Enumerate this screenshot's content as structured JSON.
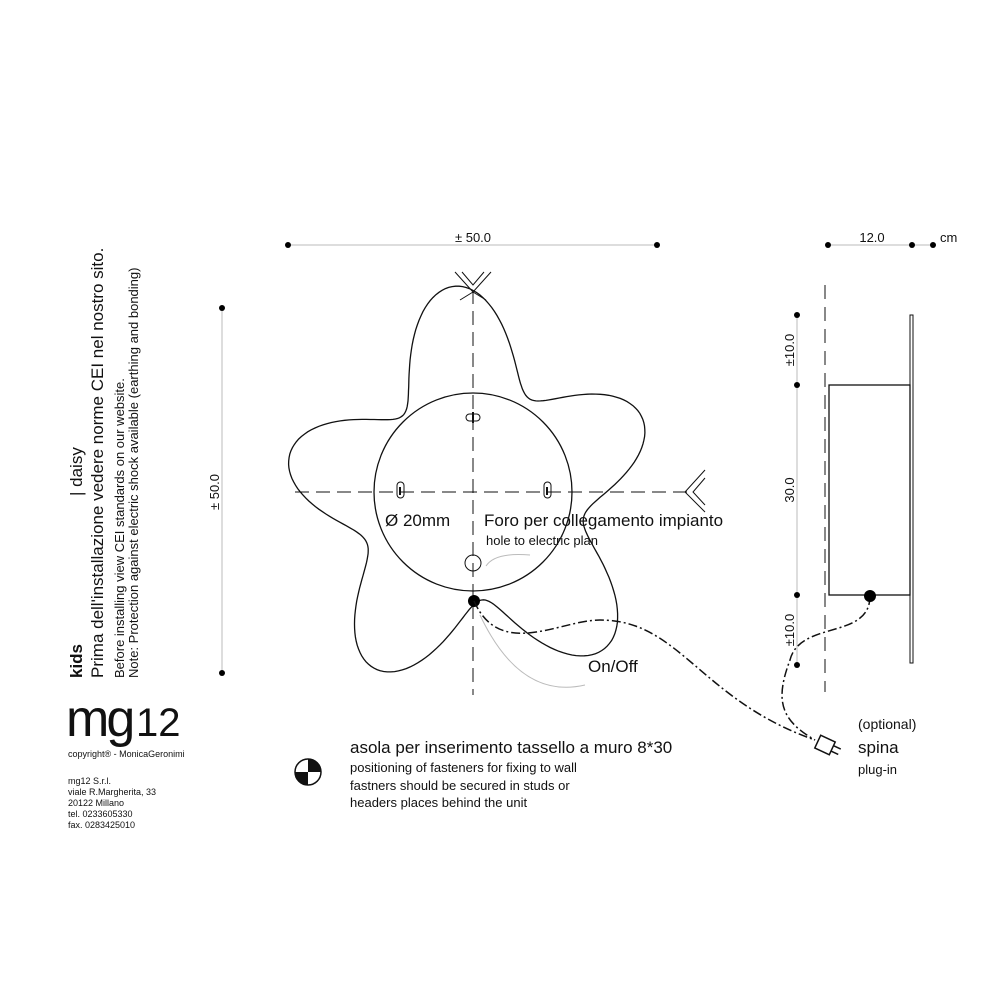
{
  "side_text": {
    "category": "kids",
    "product": "| daisy",
    "note_it": "Prima dell'installazione vedere norme CEI nel nostro sito.",
    "note_en_1": "Before installing view CEI standards on our website.",
    "note_en_2": "Note: Protection against electric shock available (earthing and bonding)"
  },
  "logo": {
    "text_a": "mg",
    "text_b": "12",
    "copyright": "copyright® - MonicaGeronimi"
  },
  "company": [
    "mg12 S.r.l.",
    "viale R.Margherita, 33",
    "20122 Millano",
    "tel. 0233605330",
    "fax. 0283425010"
  ],
  "front_view": {
    "width_label": "± 50.0",
    "height_label": "± 50.0",
    "hole_diameter": "Ø 20mm",
    "hole_label_it": "Foro per collegamento impianto",
    "hole_label_en": "hole to electric plan",
    "switch_label": "On/Off"
  },
  "side_view": {
    "depth_label": "12.0",
    "unit": "cm",
    "top_margin": "±10.0",
    "body_height": "30.0",
    "bottom_margin": "±10.0"
  },
  "plug": {
    "optional": "(optional)",
    "label_it": "spina",
    "label_en": "plug-in"
  },
  "fasteners": {
    "title": "asola per inserimento tassello a muro 8*30",
    "line1": "positioning of fasteners for fixing to wall",
    "line2": "fastners should be secured in studs or",
    "line3": "headers places behind the unit"
  }
}
